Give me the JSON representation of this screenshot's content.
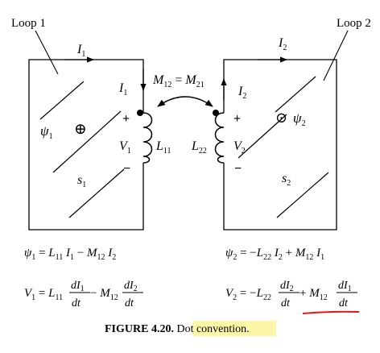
{
  "loops": {
    "left_label": "Loop 1",
    "right_label": "Loop 2"
  },
  "left": {
    "current_top": {
      "sym": "I",
      "sub": "1"
    },
    "current_side": {
      "sym": "I",
      "sub": "1"
    },
    "flux": {
      "sym": "ψ",
      "sub": "1"
    },
    "flux_marker": "⊕",
    "voltage": {
      "sym": "V",
      "sub": "1"
    },
    "inductor": {
      "sym": "L",
      "sub": "11"
    },
    "surface": {
      "sym": "s",
      "sub": "1"
    },
    "plus": "+",
    "minus": "−"
  },
  "right": {
    "current_top": {
      "sym": "I",
      "sub": "2"
    },
    "current_side": {
      "sym": "I",
      "sub": "2"
    },
    "flux": {
      "sym": "ψ",
      "sub": "2"
    },
    "flux_marker": "⊙",
    "voltage": {
      "sym": "V",
      "sub": "2"
    },
    "inductor": {
      "sym": "L",
      "sub": "22"
    },
    "surface": {
      "sym": "s",
      "sub": "2"
    },
    "plus": "+",
    "minus": "−"
  },
  "mutual": {
    "lhs": {
      "sym": "M",
      "sub": "12"
    },
    "eq": " = ",
    "rhs": {
      "sym": "M",
      "sub": "21"
    }
  },
  "equations": {
    "psi1": {
      "lhs": {
        "sym": "ψ",
        "sub": "1"
      },
      "eq": " = ",
      "t1": {
        "sym": "L",
        "sub": "11"
      },
      "t1b": {
        "sym": "I",
        "sub": "1"
      },
      "op": " − ",
      "t2": {
        "sym": "M",
        "sub": "12"
      },
      "t2b": {
        "sym": "I",
        "sub": "2"
      }
    },
    "psi2": {
      "lhs": {
        "sym": "ψ",
        "sub": "2"
      },
      "eq": " = −",
      "t1": {
        "sym": "L",
        "sub": "22"
      },
      "t1b": {
        "sym": "I",
        "sub": "2"
      },
      "op": " + ",
      "t2": {
        "sym": "M",
        "sub": "12"
      },
      "t2b": {
        "sym": "I",
        "sub": "1"
      }
    },
    "v1": {
      "lhs": {
        "sym": "V",
        "sub": "1"
      },
      "eq": " = ",
      "c1": {
        "sym": "L",
        "sub": "11"
      },
      "frac1_num": {
        "sym": "dI",
        "sub": "1"
      },
      "frac1_den": "dt",
      "op": " − ",
      "c2": {
        "sym": "M",
        "sub": "12"
      },
      "frac2_num": {
        "sym": "dI",
        "sub": "2"
      },
      "frac2_den": "dt"
    },
    "v2": {
      "lhs": {
        "sym": "V",
        "sub": "2"
      },
      "eq": " = −",
      "c1": {
        "sym": "L",
        "sub": "22"
      },
      "frac1_num": {
        "sym": "dI",
        "sub": "2"
      },
      "frac1_den": "dt",
      "op": " + ",
      "c2": {
        "sym": "M",
        "sub": "12"
      },
      "frac2_num": {
        "sym": "dI",
        "sub": "1"
      },
      "frac2_den": "dt"
    }
  },
  "caption": {
    "label": "FIGURE 4.20.",
    "text": "Dot convention",
    "period": "."
  },
  "colors": {
    "line": "#000000",
    "underline": "#e8141a",
    "highlight": "#fbf7a6"
  }
}
